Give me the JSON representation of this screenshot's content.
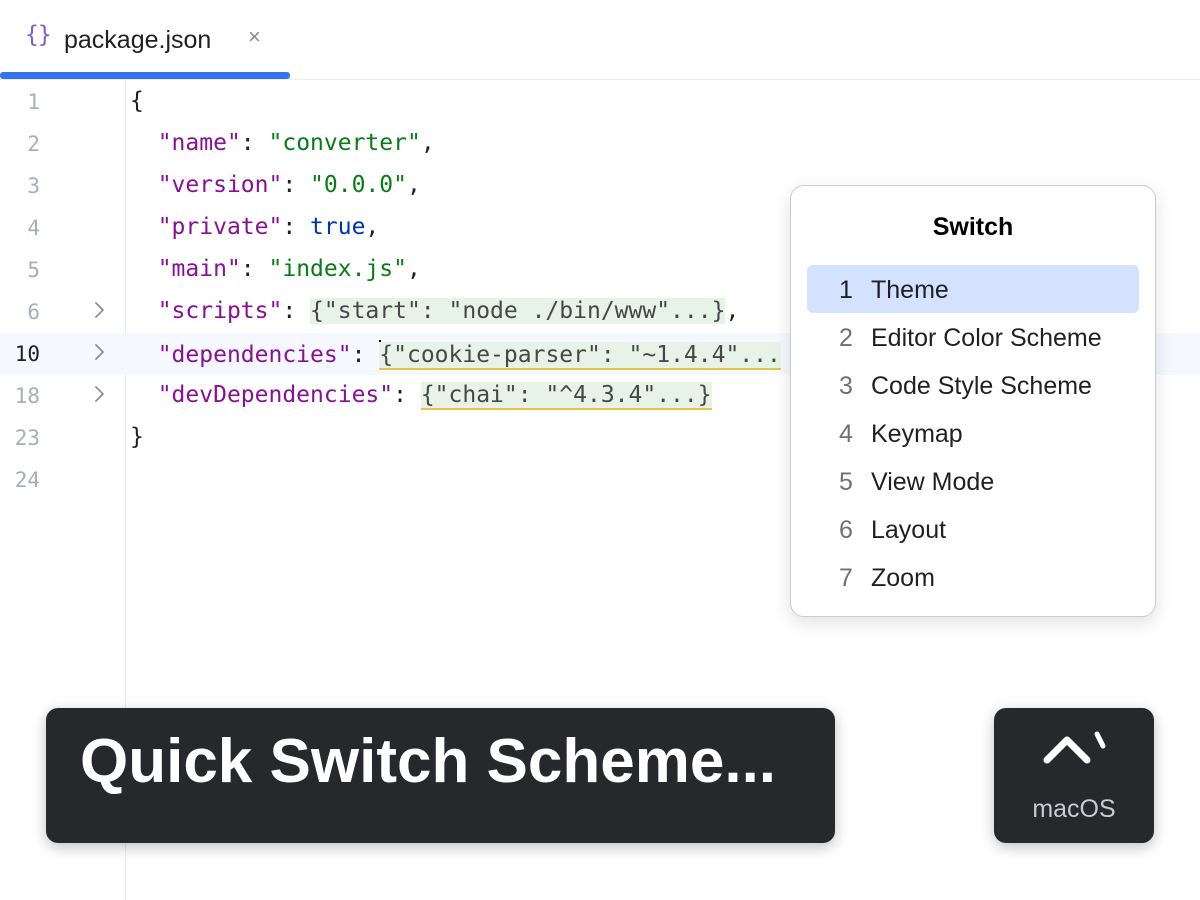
{
  "tab": {
    "icon": "json-braces-icon",
    "icon_glyph": "{}",
    "file_name": "package.json",
    "close_glyph": "×"
  },
  "editor": {
    "lines": [
      {
        "num": "1",
        "folded": false,
        "current": false,
        "tokens": [
          {
            "t": "{",
            "c": "p"
          }
        ]
      },
      {
        "num": "2",
        "folded": false,
        "current": false,
        "tokens": [
          {
            "t": "  ",
            "c": "p"
          },
          {
            "t": "\"name\"",
            "c": "k"
          },
          {
            "t": ": ",
            "c": "p"
          },
          {
            "t": "\"converter\"",
            "c": "s"
          },
          {
            "t": ",",
            "c": "p"
          }
        ]
      },
      {
        "num": "3",
        "folded": false,
        "current": false,
        "tokens": [
          {
            "t": "  ",
            "c": "p"
          },
          {
            "t": "\"version\"",
            "c": "k"
          },
          {
            "t": ": ",
            "c": "p"
          },
          {
            "t": "\"0.0.0\"",
            "c": "s"
          },
          {
            "t": ",",
            "c": "p"
          }
        ]
      },
      {
        "num": "4",
        "folded": false,
        "current": false,
        "tokens": [
          {
            "t": "  ",
            "c": "p"
          },
          {
            "t": "\"private\"",
            "c": "k"
          },
          {
            "t": ": ",
            "c": "p"
          },
          {
            "t": "true",
            "c": "b"
          },
          {
            "t": ",",
            "c": "p"
          }
        ]
      },
      {
        "num": "5",
        "folded": false,
        "current": false,
        "tokens": [
          {
            "t": "  ",
            "c": "p"
          },
          {
            "t": "\"main\"",
            "c": "k"
          },
          {
            "t": ": ",
            "c": "p"
          },
          {
            "t": "\"index.js\"",
            "c": "s"
          },
          {
            "t": ",",
            "c": "p"
          }
        ]
      },
      {
        "num": "6",
        "folded": true,
        "current": false,
        "tokens": [
          {
            "t": "  ",
            "c": "p"
          },
          {
            "t": "\"scripts\"",
            "c": "k"
          },
          {
            "t": ": ",
            "c": "p"
          },
          {
            "t": "{\"start\": \"node ./bin/www\"...}",
            "c": "fold-region"
          },
          {
            "t": ",",
            "c": "p"
          }
        ]
      },
      {
        "num": "10",
        "folded": true,
        "current": true,
        "tokens": [
          {
            "t": "  ",
            "c": "p"
          },
          {
            "t": "\"dependencies\"",
            "c": "k"
          },
          {
            "t": ": ",
            "c": "p"
          },
          {
            "t": "|",
            "c": "caret"
          },
          {
            "t": "{\"cookie-parser\": \"~1.4.4\"...",
            "c": "fold-region warn"
          }
        ]
      },
      {
        "num": "18",
        "folded": true,
        "current": false,
        "tokens": [
          {
            "t": "  ",
            "c": "p"
          },
          {
            "t": "\"devDependencies\"",
            "c": "k"
          },
          {
            "t": ": ",
            "c": "p"
          },
          {
            "t": "{\"chai\": \"^4.3.4\"...}",
            "c": "fold-region warn"
          }
        ]
      },
      {
        "num": "23",
        "folded": false,
        "current": false,
        "tokens": [
          {
            "t": "}",
            "c": "p"
          }
        ]
      },
      {
        "num": "24",
        "folded": false,
        "current": false,
        "tokens": []
      }
    ]
  },
  "popup": {
    "title": "Switch",
    "items": [
      {
        "num": "1",
        "label": "Theme",
        "selected": true
      },
      {
        "num": "2",
        "label": "Editor Color Scheme",
        "selected": false
      },
      {
        "num": "3",
        "label": "Code Style Scheme",
        "selected": false
      },
      {
        "num": "4",
        "label": "Keymap",
        "selected": false
      },
      {
        "num": "5",
        "label": "View Mode",
        "selected": false
      },
      {
        "num": "6",
        "label": "Layout",
        "selected": false
      },
      {
        "num": "7",
        "label": "Zoom",
        "selected": false
      }
    ]
  },
  "banner": {
    "text": "Quick Switch Scheme..."
  },
  "shortcut": {
    "keys_icon": "control-backtick-icon",
    "os_label": "macOS"
  },
  "colors": {
    "accent": "#3574f0",
    "selection": "#d4e2ff",
    "keyword": "#871094",
    "string": "#067d17",
    "boolean": "#0033b3",
    "overlay_bg": "#27282c"
  }
}
